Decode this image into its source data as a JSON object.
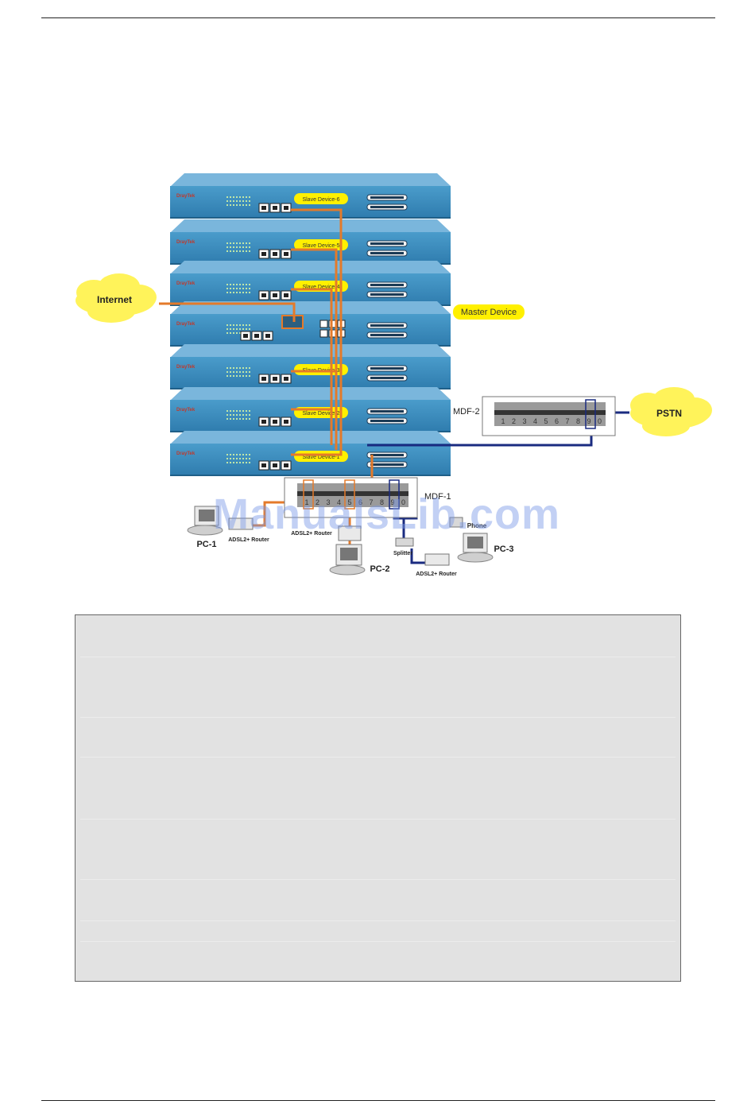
{
  "diagram": {
    "slave_labels": [
      "Slave Device-6",
      "Slave Device-5",
      "Slave Device-4",
      "Slave Device-3",
      "Slave Device-2",
      "Slave Device-1"
    ],
    "master_label": "Master Device",
    "brand": "DrayTek",
    "cloud_internet": "Internet",
    "cloud_pstn": "PSTN",
    "mdf1_label": "MDF-1",
    "mdf2_label": "MDF-2",
    "mdf_ports": [
      "1",
      "2",
      "3",
      "4",
      "5",
      "6",
      "7",
      "8",
      "9",
      "0"
    ],
    "pc1": "PC-1",
    "pc2": "PC-2",
    "pc3": "PC-3",
    "router_left": "ADSL2+ Router",
    "router_mid": "ADSL2+ Router",
    "router_right": "ADSL2+ Router",
    "splitter": "Splitter",
    "phone": "Phone",
    "colors": {
      "rack": "#3f8fc0",
      "rack_top": "#74b3d9",
      "ethernet": "#e47a2a",
      "phone_line": "#1a2b80",
      "label_bg": "#fff000"
    }
  },
  "watermark": "ManualsLib.com"
}
